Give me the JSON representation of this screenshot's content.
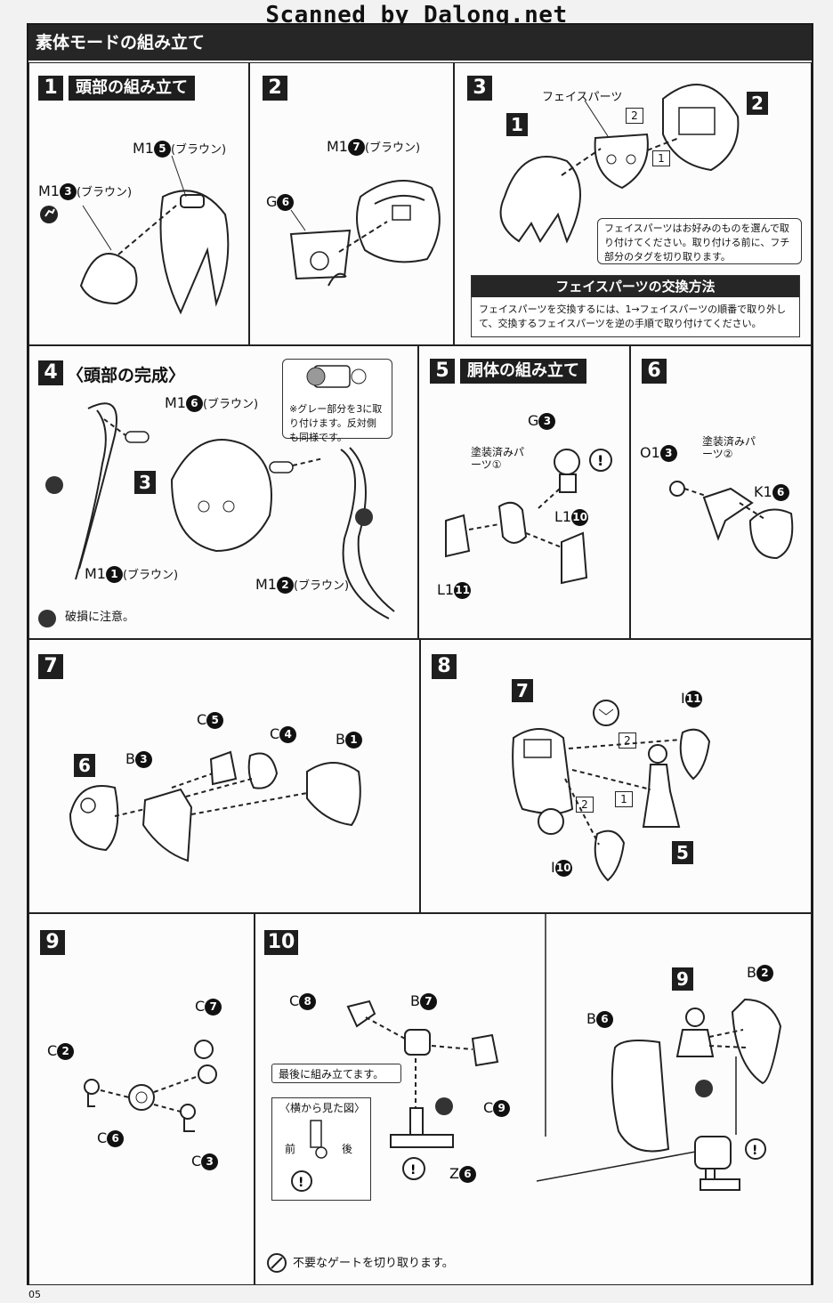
{
  "scan_credit": "Scanned by Dalong.net",
  "section_title": "素体モードの組み立て",
  "page_number": "05",
  "steps": {
    "s1": {
      "num": "1",
      "title": "頭部の組み立て",
      "labels": {
        "a_pre": "M1",
        "a_num": "5",
        "a_suf": "(ブラウン)",
        "b_pre": "M1",
        "b_num": "3",
        "b_suf": "(ブラウン)"
      }
    },
    "s2": {
      "num": "2",
      "labels": {
        "a_pre": "M1",
        "a_num": "7",
        "a_suf": "(ブラウン)",
        "b_pre": "G",
        "b_num": "6"
      }
    },
    "s3": {
      "num": "3",
      "face_label": "フェイスパーツ",
      "badge_1": "1",
      "badge_2": "2",
      "box_2": "2",
      "box_1": "1",
      "note": "フェイスパーツはお好みのものを選んで取り付けてください。取り付ける前に、フチ部分のタグを切り取ります。",
      "exchange_title": "フェイスパーツの交換方法",
      "exchange_body": "フェイスパーツを交換するには、1→フェイスパーツの順番で取り外して、交換するフェイスパーツを逆の手順で取り付けてください。"
    },
    "s4": {
      "num": "4",
      "title": "〈頭部の完成〉",
      "badge": "3",
      "labels": {
        "a_pre": "M1",
        "a_num": "6",
        "a_suf": "(ブラウン)",
        "b_pre": "M1",
        "b_num": "1",
        "b_suf": "(ブラウン)",
        "c_pre": "M1",
        "c_num": "2",
        "c_suf": "(ブラウン)"
      },
      "tip": "※グレー部分を3に取り付けます。反対側も同様です。",
      "caution": "破損に注意。"
    },
    "s5": {
      "num": "5",
      "title": "胴体の組み立て",
      "labels": {
        "painted": "塗装済みパーツ①",
        "g_pre": "G",
        "g_num": "3",
        "l10_pre": "L1",
        "l10_num": "10",
        "l11_pre": "L1",
        "l11_num": "11"
      }
    },
    "s6": {
      "num": "6",
      "labels": {
        "o_pre": "O1",
        "o_num": "3",
        "painted": "塗装済みパーツ②",
        "k_pre": "K1",
        "k_num": "6"
      }
    },
    "s7": {
      "num": "7",
      "badge": "6",
      "labels": {
        "c5_pre": "C",
        "c5_num": "5",
        "c4_pre": "C",
        "c4_num": "4",
        "b1_pre": "B",
        "b1_num": "1",
        "b3_pre": "B",
        "b3_num": "3"
      }
    },
    "s8": {
      "num": "8",
      "badge_7": "7",
      "badge_5": "5",
      "box_2a": "2",
      "box_1": "1",
      "box_2b": "2",
      "labels": {
        "i11_pre": "I",
        "i11_num": "11",
        "i10_pre": "I",
        "i10_num": "10"
      }
    },
    "s9": {
      "num": "9",
      "labels": {
        "c7_pre": "C",
        "c7_num": "7",
        "c2_pre": "C",
        "c2_num": "2",
        "c6_pre": "C",
        "c6_num": "6",
        "c3_pre": "C",
        "c3_num": "3"
      }
    },
    "s10": {
      "num": "10",
      "labels": {
        "c8_pre": "C",
        "c8_num": "8",
        "b7_pre": "B",
        "b7_num": "7",
        "c9_pre": "C",
        "c9_num": "9",
        "z6_pre": "Z",
        "z6_num": "6",
        "b6_pre": "B",
        "b6_num": "6",
        "b2_pre": "B",
        "b2_num": "2",
        "badge_9": "9"
      },
      "last_note": "最後に組み立てます。",
      "side_view": "〈横から見た図〉",
      "front": "前",
      "back": "後",
      "gate_note": "不要なゲートを切り取ります。"
    }
  }
}
